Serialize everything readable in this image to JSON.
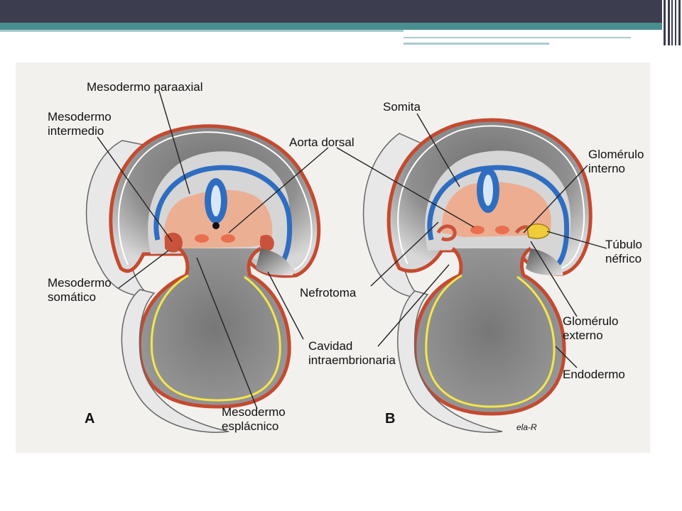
{
  "colors": {
    "header_dark": "#3d3d50",
    "header_teal": "#4a8f8f",
    "header_thin": "#a9cbcf",
    "figure_bg": "#f3f1ee",
    "ectoderm": "#e96f4f",
    "neural_tube": "#2f6dc0",
    "mesoderm": "#f2a37e",
    "endoderm_line": "#f4e64a",
    "glomerulus": "#f1cc3a",
    "body_gray": "#8a8a8a"
  },
  "figure": {
    "panel_a": {
      "letter": "A",
      "labels": {
        "paraxial": "Mesodermo  paraaxial",
        "intermedio_1": "Mesodermo",
        "intermedio_2": "intermedio",
        "aorta": "Aorta dorsal",
        "somatico_1": "Mesodermo",
        "somatico_2": "somático",
        "esplacnico_1": "Mesodermo",
        "esplacnico_2": "esplácnico"
      }
    },
    "panel_b": {
      "letter": "B",
      "labels": {
        "somita": "Somita",
        "glom_int_1": "Glomérulo",
        "glom_int_2": "interno",
        "tubulo_1": "Túbulo",
        "tubulo_2": "néfrico",
        "nefrotoma": "Nefrotoma",
        "glom_ext_1": "Glomérulo",
        "glom_ext_2": "externo",
        "endodermo": "Endodermo"
      }
    },
    "shared": {
      "cavidad_1": "Cavidad",
      "cavidad_2": "intraembrionaria"
    },
    "signature": "ela-R"
  }
}
